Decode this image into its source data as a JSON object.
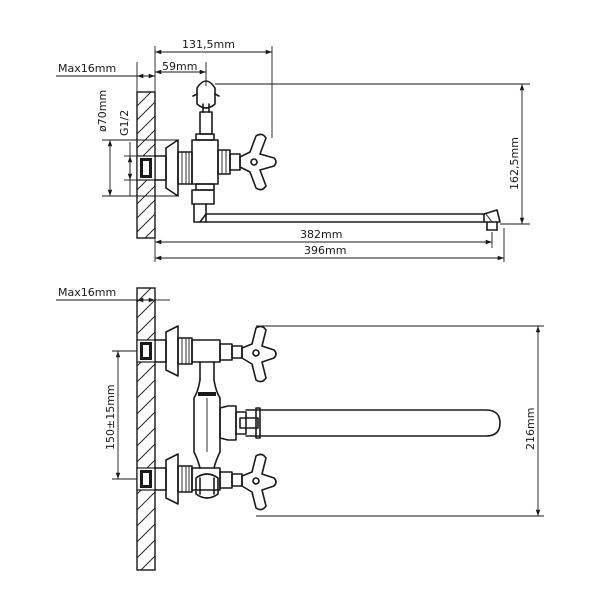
{
  "top_view": {
    "dimensions": {
      "max_wall": "Max16mm",
      "spout_to_wall_short": "59mm",
      "spout_to_wall_mid": "131,5mm",
      "escutcheon_dia": "ø70mm",
      "thread": "G1/2",
      "height": "162,5mm",
      "spout_reach": "382mm",
      "total_length": "396mm"
    }
  },
  "front_view": {
    "dimensions": {
      "max_wall": "Max16mm",
      "inlet_spacing": "150±15mm",
      "spout_width": "216mm"
    }
  },
  "colors": {
    "line": "#1a1a1a",
    "background": "#ffffff"
  }
}
